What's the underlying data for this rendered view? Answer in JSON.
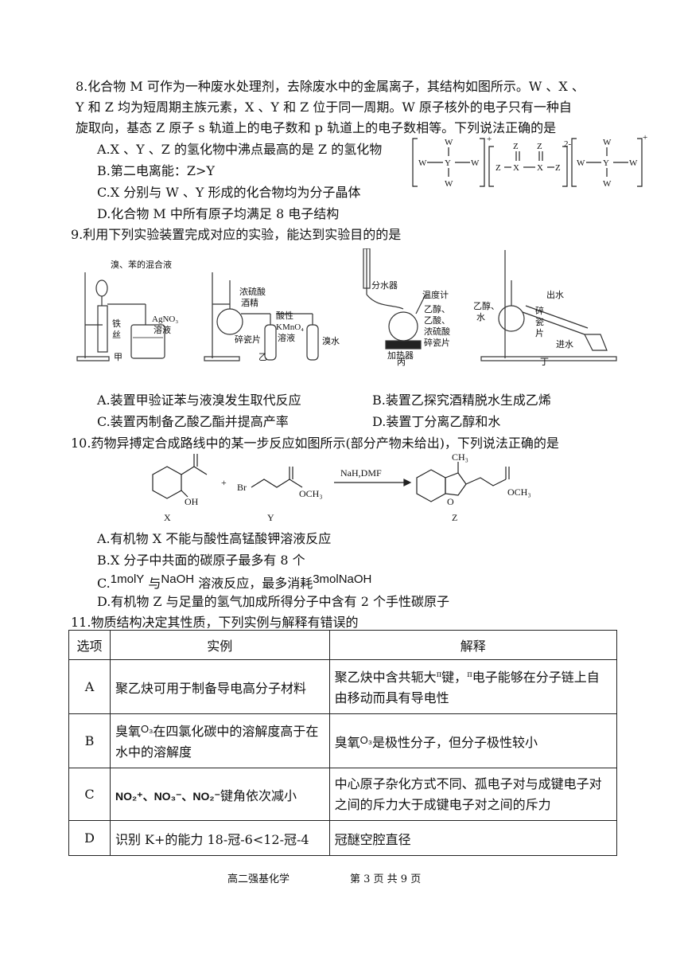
{
  "q8": {
    "line1": "8.化合物 M 可作为一种废水处理剂，去除废水中的金属离子，其结构如图所示。W 、X 、",
    "line2": "Y 和 Z 均为短周期主族元素，X 、Y 和 Z 位于同一周期。W 原子核外的电子只有一种自",
    "line3": "旋取向，基态 Z 原子 s 轨道上的电子数和 p 轨道上的电子数相等。下列说法正确的是",
    "A": "A.X 、Y 、Z 的氢化物中沸点最高的是 Z 的氢化物",
    "B": "B.第二电离能：Z>Y",
    "C": "C.X 分别与 W 、Y 形成的化合物均为分子晶体",
    "D": "D.化合物 M 中所有原子均满足 8 电子结构",
    "struct": {
      "w": "W",
      "y": "Y",
      "x": "X",
      "z": "Z",
      "c1": "+",
      "c2": "2-",
      "c3": "+"
    }
  },
  "q9": {
    "stem": "9.利用下列实验装置完成对应的实验，能达到实验目的的是",
    "jia": {
      "label": "甲",
      "t1": "溴、苯的混合液",
      "t2": "铁",
      "t3": "丝",
      "t4": "AgNO₃",
      "t5": "溶液"
    },
    "yi": {
      "label": "乙",
      "t1": "浓硫酸",
      "t2": "酒精",
      "t3": "酸性",
      "t4": "KMnO₄",
      "t5": "溶液",
      "t6": "溴水",
      "t7": "碎瓷片"
    },
    "bing": {
      "label": "丙",
      "t1": "分水器",
      "t2": "温度计",
      "t3": "乙醇、",
      "t4": "乙酸、",
      "t5": "浓硫酸",
      "t6": "碎瓷片",
      "t7": "加热器"
    },
    "ding": {
      "label": "丁",
      "t1": "出水",
      "t2": "乙醇、",
      "t3": "水",
      "t4": "碎",
      "t5": "瓷",
      "t6": "片",
      "t7": "进水"
    },
    "A": "A.装置甲验证苯与液溴发生取代反应",
    "B": "B.装置乙探究酒精脱水生成乙烯",
    "C": "C.装置丙制备乙酸乙酯并提高产率",
    "D": "D.装置丁分离乙醇和水"
  },
  "q10": {
    "stem": "10.药物异搏定合成路线中的某一步反应如图所示(部分产物未给出)，下列说法正确的是",
    "scheme": {
      "oh": "OH",
      "plus": "+",
      "br": "Br",
      "och3": "OCH₃",
      "cond": "NaH,DMF",
      "ch3": "CH₃",
      "o": "O",
      "och3b": "OCH₃",
      "X": "X",
      "Y": "Y",
      "Z": "Z"
    },
    "A": "A.有机物 X 不能与酸性高锰酸钾溶液反应",
    "B": "B.X 分子中共面的碳原子最多有 8 个",
    "C_pre": "C.",
    "C_a": "1molY",
    "C_b": "与",
    "C_c": "NaOH",
    "C_d": "溶液反应，最多消耗",
    "C_e": "3molNaOH",
    "D": "D.有机物 Z 与足量的氢气加成所得分子中含有 2 个手性碳原子"
  },
  "q11": {
    "stem": "11.物质结构决定其性质，下列实例与解释有错误的",
    "headers": [
      "选项",
      "实例",
      "解释"
    ],
    "rows": [
      {
        "opt": "A",
        "ex": "聚乙炔可用于制备导电高分子材料",
        "exp1": "聚乙炔中含共轭大",
        "pi1": "π",
        "exp2": "键，",
        "pi2": "π",
        "exp3": "电子能够在分子链上自由移动而具有导电性"
      },
      {
        "opt": "B",
        "ex1": "臭氧",
        "o3a": "O₃",
        "ex2": "在四氯化碳中的溶解度高于在水中的溶解度",
        "exp1": "臭氧",
        "o3b": "O₃",
        "exp2": "是极性分子，但分子极性较小"
      },
      {
        "opt": "C",
        "ions": "NO₂⁺、NO₃⁻、NO₂⁻",
        "ex": "键角依次减小",
        "exp": "中心原子杂化方式不同、孤电子对与成键电子对之间的斥力大于成键电子对之间的斥力"
      },
      {
        "opt": "D",
        "ex": "识别 K+的能力 18-冠-6<12-冠-4",
        "exp": "冠醚空腔直径"
      }
    ]
  },
  "footer": {
    "subject": "高二强基化学",
    "page": "第 3 页 共 9 页"
  }
}
